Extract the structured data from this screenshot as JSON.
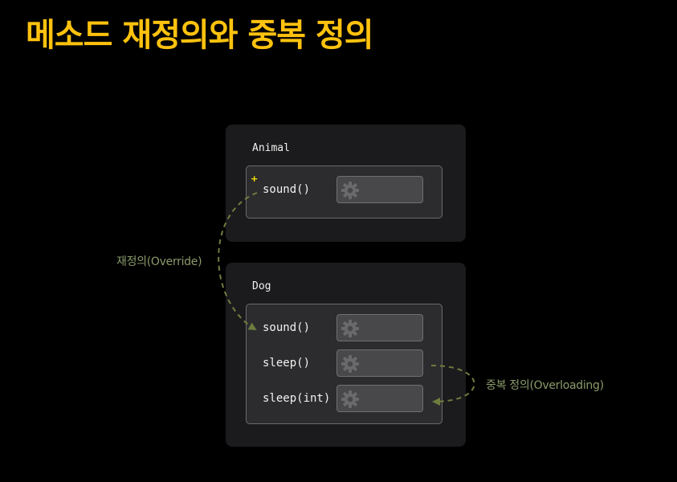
{
  "title": "메소드 재정의와 중복 정의",
  "colors": {
    "title": "#ffc20e",
    "arrow": "#6f7d3e",
    "label": "#8a9a6a",
    "plus_marker": "#ffe600"
  },
  "classes": [
    {
      "name": "Animal",
      "methods": [
        {
          "name": "sound()",
          "icon": "gear-icon"
        }
      ]
    },
    {
      "name": "Dog",
      "methods": [
        {
          "name": "sound()",
          "icon": "gear-icon"
        },
        {
          "name": "sleep()",
          "icon": "gear-icon"
        },
        {
          "name": "sleep(int)",
          "icon": "gear-icon"
        }
      ]
    }
  ],
  "plus_marker": "+",
  "relations": [
    {
      "label": "재정의(Override)",
      "from": "Animal.sound()",
      "to": "Dog.sound()"
    },
    {
      "label": "중복 정의(Overloading)",
      "from": "Dog.sleep()",
      "to": "Dog.sleep(int)"
    }
  ]
}
